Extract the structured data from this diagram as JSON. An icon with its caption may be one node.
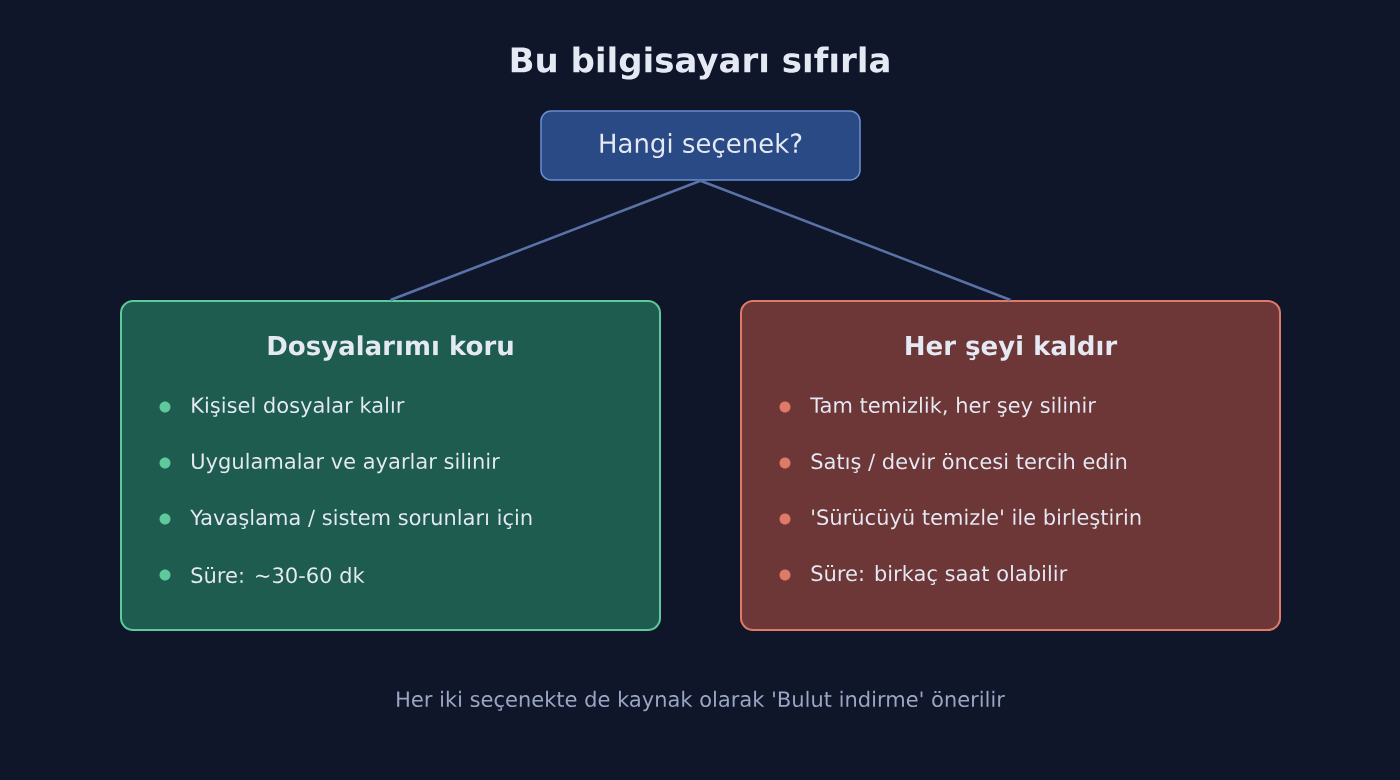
{
  "diagram": {
    "title": "Bu bilgisayarı sıfırla",
    "nodes": [
      {
        "text": [
          "Hangi seçenek?"
        ]
      },
      {
        "text": [
          "Dosyalarımı koru",
          "Kişisel dosyalar kalır",
          "Uygulamalar ve ayarlar silinir",
          "Yavaşlama / sistem sorunları için",
          "Süre: ~30-60 dk"
        ]
      },
      {
        "text": [
          "Her şeyi kaldır",
          "Tam temizlik, her şey silinir",
          "Satış / devir öncesi tercih edin",
          "'Sürücüyü temizle' ile birleştirin",
          "Süre: birkaç saat olabilir"
        ]
      }
    ],
    "edges": [
      {
        "from": 0,
        "to": 1,
        "arrow": "none"
      },
      {
        "from": 0,
        "to": 2,
        "arrow": "none"
      }
    ],
    "caption": "Her iki seçenekte de kaynak olarak 'Bulut indirme' önerilir"
  }
}
